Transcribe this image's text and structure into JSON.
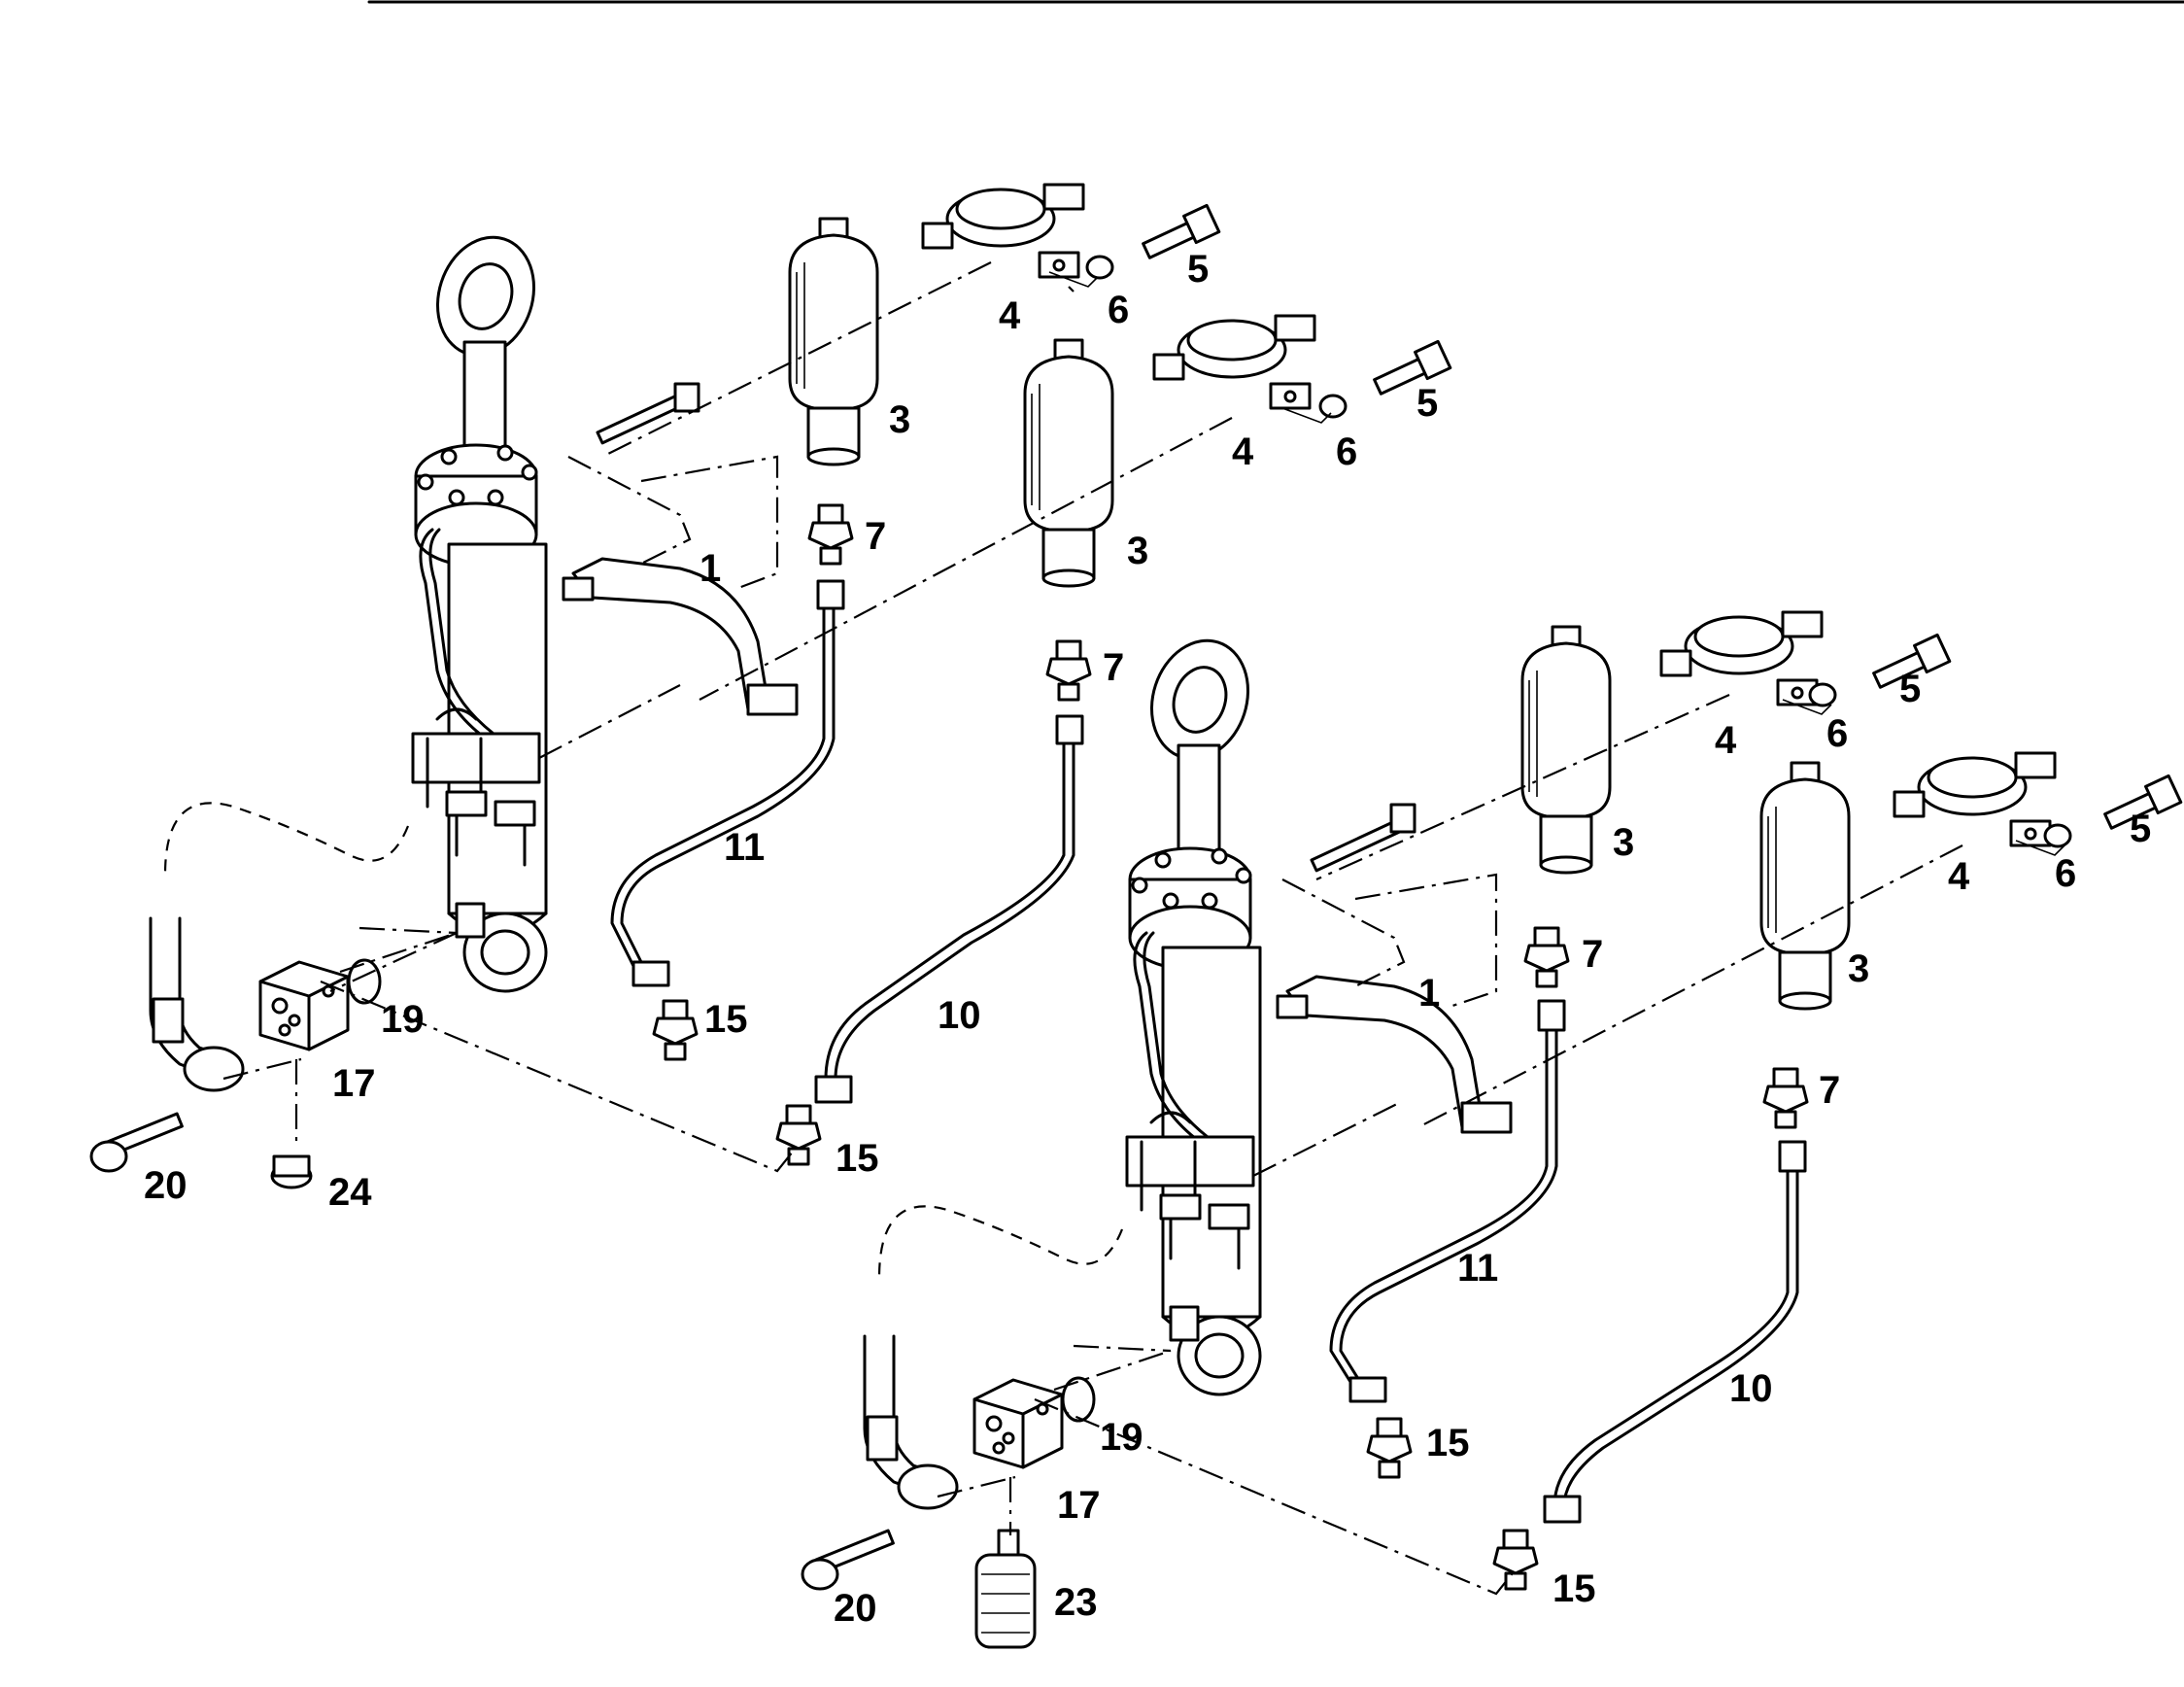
{
  "diagram": {
    "labels": {
      "l1_1": "1",
      "l1_3a": "3",
      "l1_3b": "3",
      "l1_4a": "4",
      "l1_4b": "4",
      "l1_5a": "5",
      "l1_5b": "5",
      "l1_6a": "6",
      "l1_6b": "6",
      "l1_7a": "7",
      "l1_7b": "7",
      "l1_10": "10",
      "l1_11": "11",
      "l1_15a": "15",
      "l1_15b": "15",
      "l1_17": "17",
      "l1_19": "19",
      "l1_20": "20",
      "l1_24": "24",
      "l2_1": "1",
      "l2_3a": "3",
      "l2_3b": "3",
      "l2_4a": "4",
      "l2_4b": "4",
      "l2_5a": "5",
      "l2_5b": "5",
      "l2_6a": "6",
      "l2_6b": "6",
      "l2_7a": "7",
      "l2_7b": "7",
      "l2_10": "10",
      "l2_11": "11",
      "l2_15a": "15",
      "l2_15b": "15",
      "l2_17": "17",
      "l2_19": "19",
      "l2_20": "20",
      "l2_23": "23"
    }
  }
}
